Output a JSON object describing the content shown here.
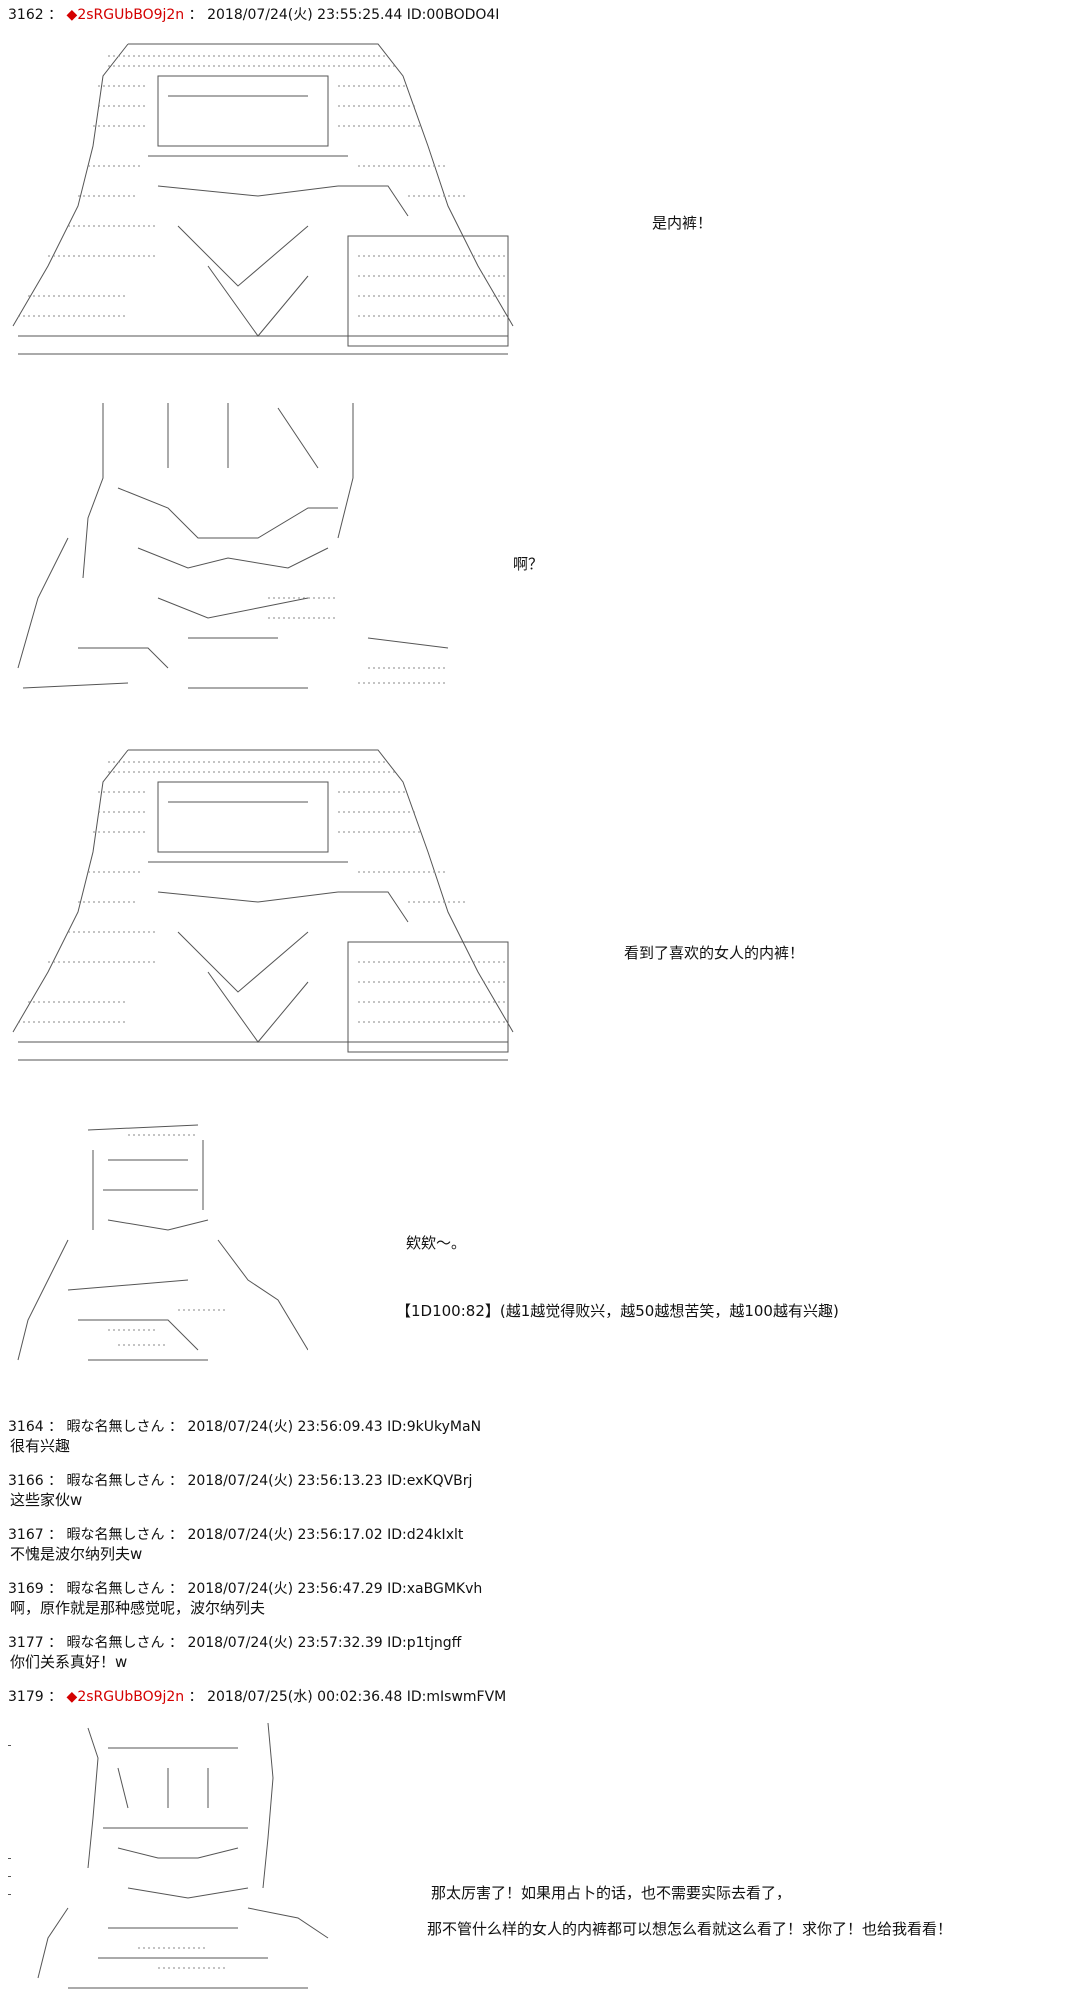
{
  "posts": {
    "p3162": {
      "number": "3162",
      "name": "◆2sRGUbBO9j2n",
      "datetime": "2018/07/24(火) 23:55:25.44",
      "id": "ID:00BODO4I"
    },
    "p3164": {
      "number": "3164",
      "name": "暇な名無しさん",
      "datetime": "2018/07/24(火) 23:56:09.43",
      "id": "ID:9kUkyMaN",
      "body": "很有兴趣"
    },
    "p3166": {
      "number": "3166",
      "name": "暇な名無しさん",
      "datetime": "2018/07/24(火) 23:56:13.23",
      "id": "ID:exKQVBrj",
      "body": "这些家伙w"
    },
    "p3167": {
      "number": "3167",
      "name": "暇な名無しさん",
      "datetime": "2018/07/24(火) 23:56:17.02",
      "id": "ID:d24kIxlt",
      "body": "不愧是波尔纳列夫w"
    },
    "p3169": {
      "number": "3169",
      "name": "暇な名無しさん",
      "datetime": "2018/07/24(火) 23:56:47.29",
      "id": "ID:xaBGMKvh",
      "body": "啊，原作就是那种感觉呢，波尔纳列夫"
    },
    "p3177": {
      "number": "3177",
      "name": "暇な名無しさん",
      "datetime": "2018/07/24(火) 23:57:32.39",
      "id": "ID:p1tjngff",
      "body": "你们关系真好！w"
    },
    "p3179": {
      "number": "3179",
      "name": "◆2sRGUbBO9j2n",
      "datetime": "2018/07/25(水) 00:02:36.48",
      "id": "ID:mIswmFVM"
    }
  },
  "dialogs": {
    "d1": "是内裤！",
    "d2": "啊？",
    "d3": "看到了喜欢的女人的内裤！",
    "d4": "欸欸～。",
    "d5": "【1D100:82】(越1越觉得败兴，越50越想苦笑，越100越有兴趣)",
    "d6": "那太厉害了！如果用占卜的话，也不需要实际去看了，",
    "d7": "那不管什么样的女人的内裤都可以想怎么看就这么看了！求你了！也给我看看！"
  },
  "colors": {
    "trip": "#d40000",
    "text": "#111111",
    "art": "#555555"
  }
}
